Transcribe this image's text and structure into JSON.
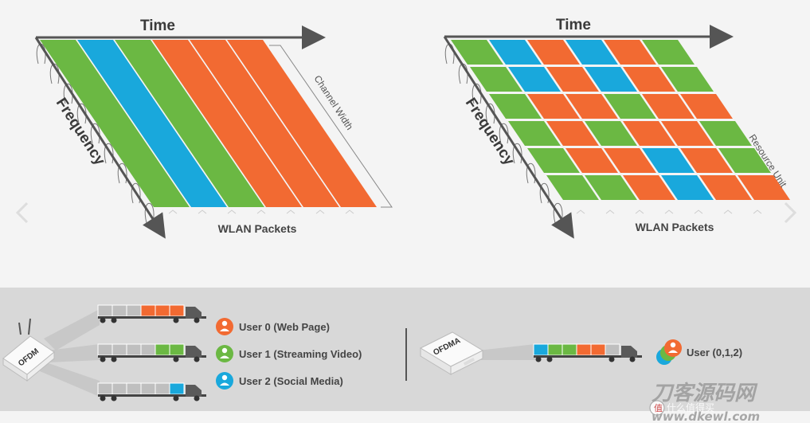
{
  "left_diagram": {
    "x_axis": "Time",
    "y_axis": "Frequency",
    "bottom_label": "WLAN Packets",
    "side_label": "Channel Width",
    "stripes": [
      "green",
      "blue",
      "green",
      "orange",
      "orange",
      "orange"
    ]
  },
  "right_diagram": {
    "x_axis": "Time",
    "y_axis": "Frequency",
    "bottom_label": "WLAN Packets",
    "side_label": "Resource Unit",
    "rows": [
      [
        "green",
        "blue",
        "orange",
        "blue",
        "orange",
        "green"
      ],
      [
        "green",
        "blue",
        "orange",
        "blue",
        "orange",
        "green"
      ],
      [
        "green",
        "orange",
        "orange",
        "green",
        "orange",
        "orange"
      ],
      [
        "green",
        "orange",
        "green",
        "orange",
        "orange",
        "green"
      ],
      [
        "green",
        "orange",
        "orange",
        "blue",
        "orange",
        "green"
      ],
      [
        "green",
        "green",
        "orange",
        "blue",
        "orange",
        "orange"
      ]
    ]
  },
  "bottom_panel": {
    "router_left_label": "OFDM",
    "router_right_label": "OFDMA",
    "users": [
      {
        "label": "User 0 (Web Page)",
        "color": "orange"
      },
      {
        "label": "User 1 (Streaming Video)",
        "color": "green"
      },
      {
        "label": "User 2 (Social Media)",
        "color": "blue"
      }
    ],
    "combined_user": "User (0,1,2)",
    "trucks": [
      {
        "cargo": [
          "gray",
          "gray",
          "gray",
          "orange",
          "orange",
          "orange"
        ]
      },
      {
        "cargo": [
          "gray",
          "gray",
          "gray",
          "gray",
          "green",
          "green"
        ]
      },
      {
        "cargo": [
          "gray",
          "gray",
          "gray",
          "gray",
          "gray",
          "blue"
        ]
      }
    ],
    "ofdma_truck": {
      "cargo": [
        "blue",
        "green",
        "green",
        "orange",
        "orange",
        "gray"
      ]
    }
  },
  "colors": {
    "green": "#6bb843",
    "blue": "#19a8dc",
    "orange": "#f26a32",
    "gray": "#bfbfbf",
    "panel": "#d8d8d8"
  },
  "watermark": {
    "text": "刀客源码网",
    "sub": "什么值得买",
    "url": "www.dkewl.com"
  }
}
